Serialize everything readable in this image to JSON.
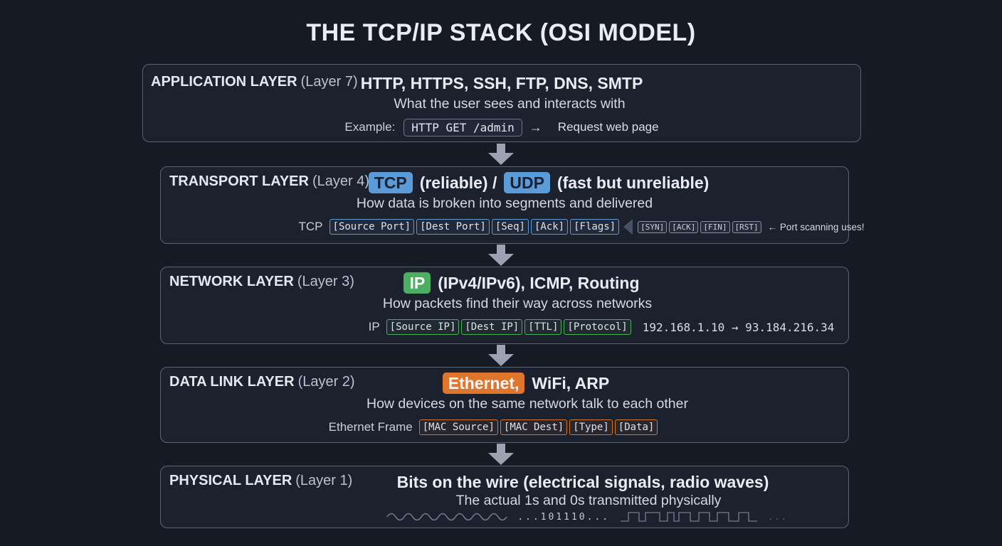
{
  "title": "THE TCP/IP STACK (OSI MODEL)",
  "colors": {
    "blue": "#5b9bd8",
    "green": "#4cae60",
    "orange": "#e0762b"
  },
  "layers": {
    "application": {
      "name": "APPLICATION LAYER",
      "number": "(Layer 7)",
      "protocols": "HTTP, HTTPS, SSH, FTP, DNS, SMTP",
      "description": "What the user sees and interacts with",
      "example_label": "Example:",
      "example_code": "HTTP GET /admin",
      "example_arrow": "→",
      "example_result": "Request web page"
    },
    "transport": {
      "name": "TRANSPORT LAYER",
      "number": "(Layer 4)",
      "badge1": "TCP",
      "text1": "(reliable) /",
      "badge2": "UDP",
      "text2": "(fast but unreliable)",
      "description": "How data is broken into segments and delivered",
      "frame_label": "TCP",
      "fields": [
        "[Source Port]",
        "[Dest Port]",
        "[Seq]",
        "[Ack]",
        "[Flags]"
      ],
      "flags": [
        "[SYN]",
        "[ACK]",
        "[FIN]",
        "[RST]"
      ],
      "note": "← Port scanning uses!"
    },
    "network": {
      "name": "NETWORK LAYER",
      "number": "(Layer 3)",
      "badge": "IP",
      "text": "(IPv4/IPv6), ICMP, Routing",
      "description": "How packets find their way across networks",
      "frame_label": "IP",
      "fields": [
        "[Source IP]",
        "[Dest IP]",
        "[TTL]",
        "[Protocol]"
      ],
      "route_example": "192.168.1.10 → 93.184.216.34"
    },
    "datalink": {
      "name": "DATA LINK LAYER",
      "number": "(Layer 2)",
      "badge": "Ethernet,",
      "text": "WiFi, ARP",
      "description": "How devices on the same network talk to each other",
      "frame_label": "Ethernet Frame",
      "fields": [
        "[MAC Source]",
        "[MAC Dest]",
        "[Type]",
        "[Data]"
      ]
    },
    "physical": {
      "name": "PHYSICAL LAYER",
      "number": "(Layer 1)",
      "protocols": "Bits on the wire (electrical signals, radio waves)",
      "description": "The actual 1s and 0s transmitted physically",
      "bits": "...101110...",
      "trailing_dots": "..."
    }
  }
}
